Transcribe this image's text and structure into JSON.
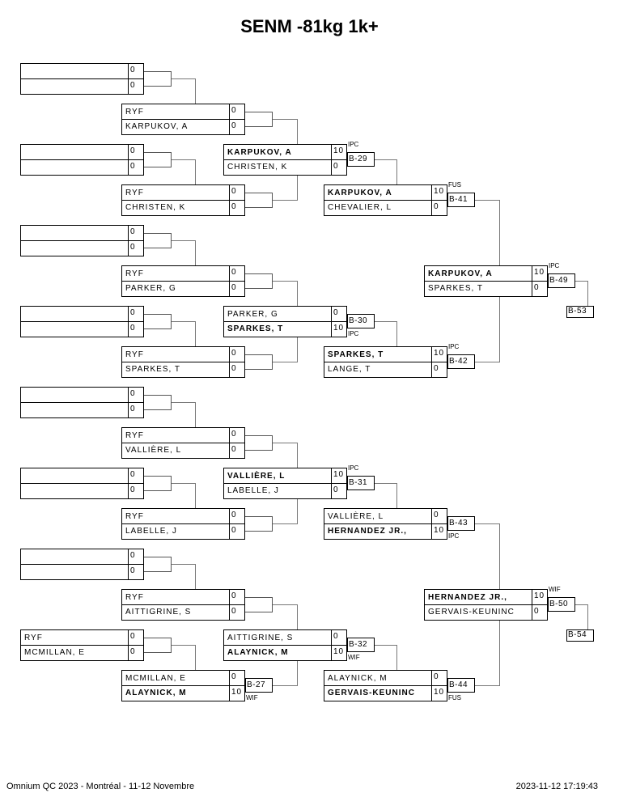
{
  "title": "SENM -81kg 1k+",
  "footer": {
    "event": "Omnium QC 2023 - Montréal - 11-12 Novembre",
    "timestamp": "2023-11-12 17:19:43"
  },
  "round1": [
    {
      "top": {
        "name": "",
        "score": "0"
      },
      "bottom": {
        "name": "",
        "score": "0"
      }
    },
    {
      "top": {
        "name": "",
        "score": "0"
      },
      "bottom": {
        "name": "",
        "score": "0"
      }
    },
    {
      "top": {
        "name": "",
        "score": "0"
      },
      "bottom": {
        "name": "",
        "score": "0"
      }
    },
    {
      "top": {
        "name": "",
        "score": "0"
      },
      "bottom": {
        "name": "",
        "score": "0"
      }
    },
    {
      "top": {
        "name": "",
        "score": "0"
      },
      "bottom": {
        "name": "",
        "score": "0"
      }
    },
    {
      "top": {
        "name": "",
        "score": "0"
      },
      "bottom": {
        "name": "",
        "score": "0"
      }
    },
    {
      "top": {
        "name": "",
        "score": "0"
      },
      "bottom": {
        "name": "",
        "score": "0"
      }
    },
    {
      "top": {
        "name": "RYF",
        "score": "0"
      },
      "bottom": {
        "name": "MCMILLAN, E",
        "score": "0"
      }
    }
  ],
  "round2": [
    {
      "top": {
        "name": "RYF",
        "score": "0"
      },
      "bottom": {
        "name": "KARPUKOV, A",
        "score": "0"
      }
    },
    {
      "top": {
        "name": "RYF",
        "score": "0"
      },
      "bottom": {
        "name": "CHRISTEN, K",
        "score": "0"
      }
    },
    {
      "top": {
        "name": "RYF",
        "score": "0"
      },
      "bottom": {
        "name": "PARKER, G",
        "score": "0"
      }
    },
    {
      "top": {
        "name": "RYF",
        "score": "0"
      },
      "bottom": {
        "name": "SPARKES, T",
        "score": "0"
      }
    },
    {
      "top": {
        "name": "RYF",
        "score": "0"
      },
      "bottom": {
        "name": "VALLIÈRE, L",
        "score": "0"
      }
    },
    {
      "top": {
        "name": "RYF",
        "score": "0"
      },
      "bottom": {
        "name": "LABELLE, J",
        "score": "0"
      }
    },
    {
      "top": {
        "name": "RYF",
        "score": "0"
      },
      "bottom": {
        "name": "AITTIGRINE, S",
        "score": "0"
      }
    },
    {
      "top": {
        "name": "MCMILLAN, E",
        "score": "0"
      },
      "bottom": {
        "name": "ALAYNICK, M",
        "score": "10",
        "winner": true
      },
      "match": "B-27",
      "win_type": "WIF"
    }
  ],
  "round3": [
    {
      "top": {
        "name": "KARPUKOV, A",
        "score": "10",
        "winner": true
      },
      "bottom": {
        "name": "CHRISTEN, K",
        "score": "0"
      },
      "match": "B-29",
      "win_type": "IPC"
    },
    {
      "top": {
        "name": "PARKER, G",
        "score": "0"
      },
      "bottom": {
        "name": "SPARKES, T",
        "score": "10",
        "winner": true
      },
      "match": "B-30",
      "win_type": "IPC"
    },
    {
      "top": {
        "name": "VALLIÈRE, L",
        "score": "10",
        "winner": true
      },
      "bottom": {
        "name": "LABELLE, J",
        "score": "0"
      },
      "match": "B-31",
      "win_type": "IPC"
    },
    {
      "top": {
        "name": "AITTIGRINE, S",
        "score": "0"
      },
      "bottom": {
        "name": "ALAYNICK, M",
        "score": "10",
        "winner": true
      },
      "match": "B-32",
      "win_type": "WIF"
    }
  ],
  "round4": [
    {
      "top": {
        "name": "KARPUKOV, A",
        "score": "10",
        "winner": true
      },
      "bottom": {
        "name": "CHEVALIER, L",
        "score": "0"
      },
      "match": "B-41",
      "win_type": "FUS"
    },
    {
      "top": {
        "name": "SPARKES, T",
        "score": "10",
        "winner": true
      },
      "bottom": {
        "name": "LANGE, T",
        "score": "0"
      },
      "match": "B-42",
      "win_type": "IPC"
    },
    {
      "top": {
        "name": "VALLIÈRE, L",
        "score": "0"
      },
      "bottom": {
        "name": "HERNANDEZ JR.,",
        "score": "10",
        "winner": true
      },
      "match": "B-43",
      "win_type": "IPC"
    },
    {
      "top": {
        "name": "ALAYNICK, M",
        "score": "0"
      },
      "bottom": {
        "name": "GERVAIS-KEUNINC",
        "score": "10",
        "winner": true
      },
      "match": "B-44",
      "win_type": "FUS"
    }
  ],
  "round5": [
    {
      "top": {
        "name": "KARPUKOV, A",
        "score": "10",
        "winner": true
      },
      "bottom": {
        "name": "SPARKES, T",
        "score": "0"
      },
      "match": "B-49",
      "win_type": "IPC",
      "next": "B-53"
    },
    {
      "top": {
        "name": "HERNANDEZ JR.,",
        "score": "10",
        "winner": true
      },
      "bottom": {
        "name": "GERVAIS-KEUNINC",
        "score": "0"
      },
      "match": "B-50",
      "win_type": "WIF",
      "next": "B-54"
    }
  ]
}
